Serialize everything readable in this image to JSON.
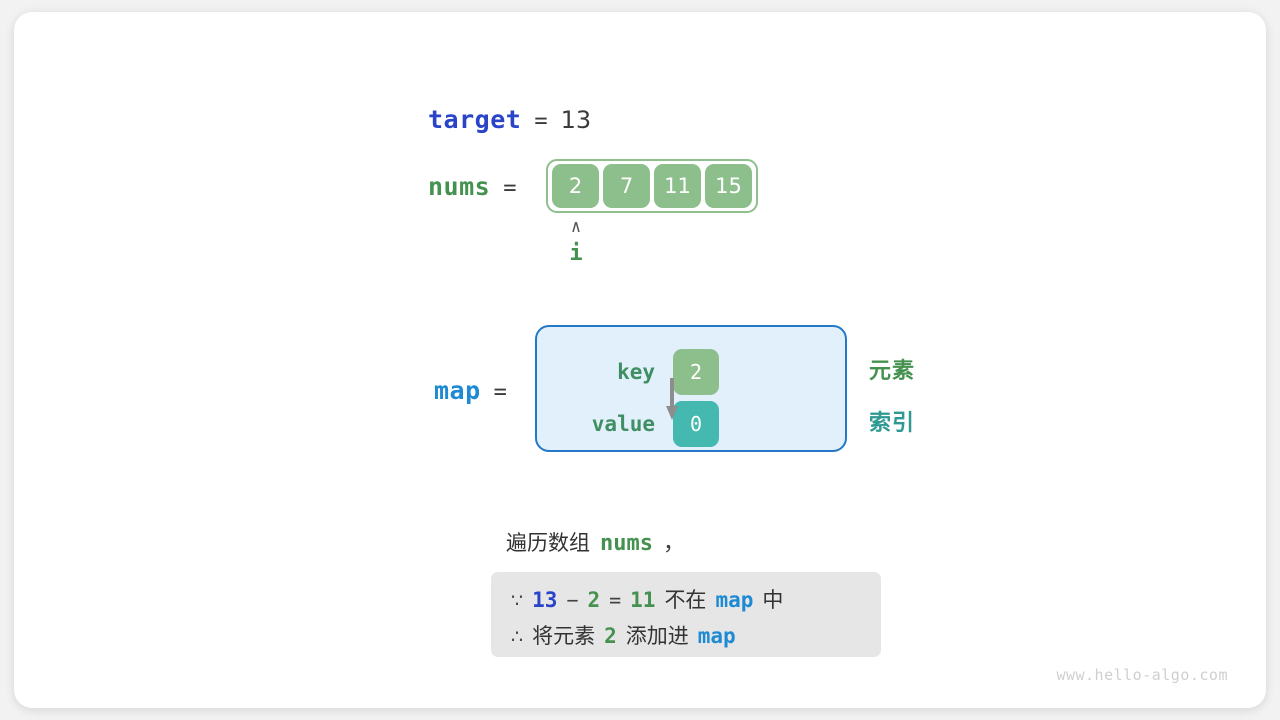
{
  "target": {
    "label": "target",
    "equals": "=",
    "value": "13"
  },
  "nums": {
    "label": "nums",
    "equals": "=",
    "cells": [
      "2",
      "7",
      "11",
      "15"
    ],
    "pointer": {
      "caret": "∧",
      "name": "i"
    }
  },
  "map": {
    "label": "map",
    "equals": "=",
    "key_label": "key",
    "value_label": "value",
    "key_cell": "2",
    "value_cell": "0",
    "notes": {
      "element": "元素",
      "index": "索引"
    }
  },
  "caption": {
    "prefix": "遍历数组",
    "code": "nums",
    "comma": "，"
  },
  "formula": {
    "line1": {
      "because": "∵",
      "a": "13",
      "minus": "−",
      "b": "2",
      "eq": "=",
      "c": "11",
      "text": "不在",
      "map": "map",
      "tail": "中"
    },
    "line2": {
      "therefore": "∴",
      "text1": "将元素",
      "num": "2",
      "text2": "添加进",
      "map": "map"
    }
  },
  "watermark": "www.hello-algo.com",
  "colors": {
    "target_blue": "#2944c8",
    "map_blue": "#1f8ad4",
    "green": "#45914f",
    "cell_green": "#8cbf8c",
    "cell_teal": "#45b8b0",
    "map_bg": "#e2f0fb",
    "map_border": "#2378c8",
    "formula_bg": "#e6e6e6"
  }
}
